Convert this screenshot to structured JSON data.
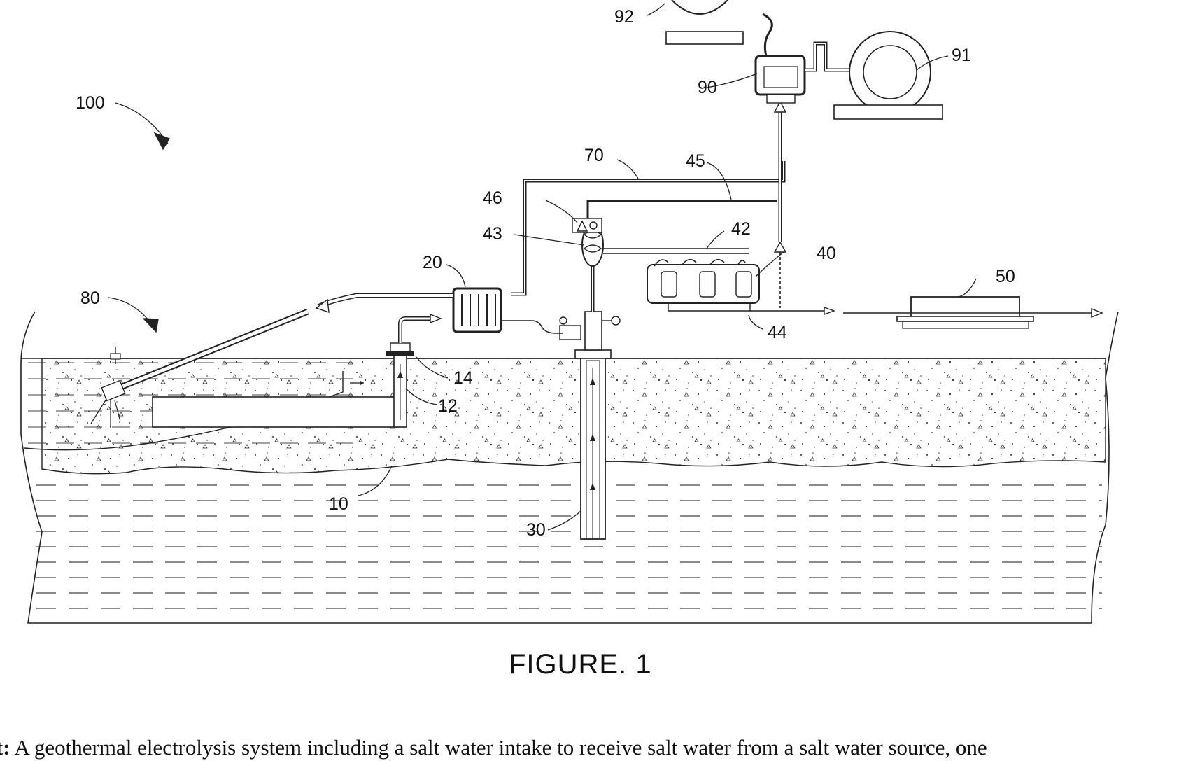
{
  "figure": {
    "caption": "FIGURE. 1",
    "labels": {
      "system": "100",
      "discharge": "80",
      "source": "10",
      "intake_pipe": "12",
      "intake_head": "14",
      "heat_exchanger": "20",
      "well": "30",
      "electrolysis_unit": "40",
      "manifold": "42",
      "separator": "43",
      "outlet": "44",
      "gas_line": "45",
      "valve": "46",
      "storage": "50",
      "return_line": "70",
      "fuel_cell": "90",
      "tank_a": "91",
      "tank_b": "92"
    }
  },
  "abstract": {
    "label": "ct:",
    "text": " A geothermal electrolysis system including a salt water intake to receive salt water from a salt water source, one"
  }
}
